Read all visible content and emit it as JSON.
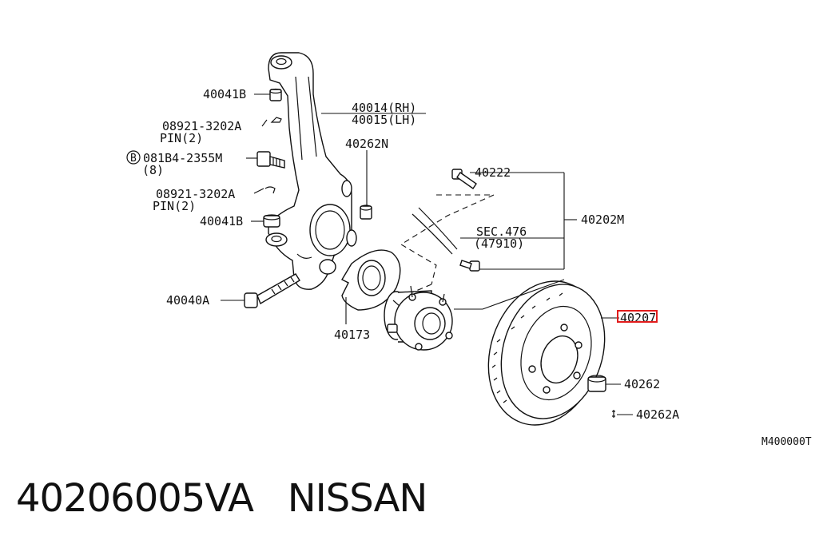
{
  "diagram": {
    "labels": {
      "knuckle_bushing_upper": "40041B",
      "knuckle_rh": "40014(RH)",
      "knuckle_lh": "40015(LH)",
      "pin_upper_code": "08921-3202A",
      "pin_upper_qty": "PIN(2)",
      "bolt_code": "081B4-2355M",
      "bolt_qty": "(8)",
      "bolt_marker": "B",
      "nut_upper": "40262N",
      "pin_lower_code": "08921-3202A",
      "pin_lower_qty": "PIN(2)",
      "knuckle_bushing_lower": "40041B",
      "stud_bolt": "40222",
      "hub_assembly": "40202M",
      "section_ref": "SEC.476",
      "section_sub": "(47910)",
      "knuckle_bolt": "40040A",
      "baffle_plate": "40173",
      "disc_rotor": "40207",
      "wheel_nut": "40262",
      "nut_clip": "40262A",
      "figure_code": "M400000T"
    }
  },
  "caption": {
    "part_number": "40206005VA",
    "brand": "NISSAN"
  }
}
